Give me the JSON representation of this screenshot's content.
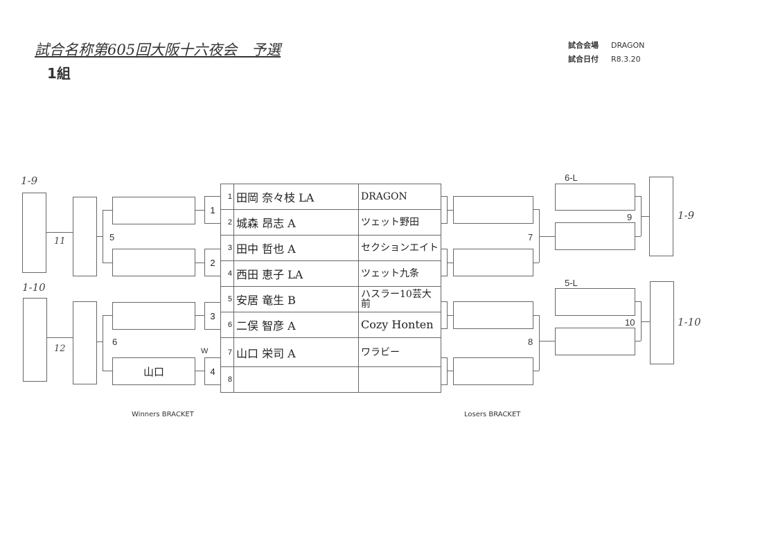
{
  "header": {
    "title": "試合名称第605回大阪十六夜会　予選",
    "group": "1組",
    "venue_label": "試合会場",
    "venue_value": "DRAGON",
    "date_label": "試合日付",
    "date_value": "R8.3.20"
  },
  "seeds": [
    {
      "no": "1",
      "player": "田岡 奈々枝 LA",
      "team": "DRAGON"
    },
    {
      "no": "2",
      "player": "城森 昂志 A",
      "team": "ツェット野田"
    },
    {
      "no": "3",
      "player": "田中 哲也 A",
      "team": "セクションエイト"
    },
    {
      "no": "4",
      "player": "西田 恵子 LA",
      "team": "ツェット九条"
    },
    {
      "no": "5",
      "player": "安居 竜生 B",
      "team": "ハスラー10芸大前"
    },
    {
      "no": "6",
      "player": "二俣 智彦 A",
      "team": "Cozy Honten"
    },
    {
      "no": "7",
      "player": "山口 栄司 A",
      "team": "ワラビー"
    },
    {
      "no": "8",
      "player": "",
      "team": ""
    }
  ],
  "winners": {
    "matches": [
      "1",
      "2",
      "3",
      "4",
      "5",
      "6"
    ],
    "match4_note": "W",
    "round2_box4": "山口",
    "semi_labels": [
      "11",
      "12"
    ],
    "final_labels": [
      "1-9",
      "1-10"
    ],
    "caption": "Winners BRACKET"
  },
  "losers": {
    "matches": [
      "7",
      "8",
      "9",
      "10"
    ],
    "entry_labels": [
      "6-L",
      "5-L"
    ],
    "final_labels": [
      "1-9",
      "1-10"
    ],
    "caption": "Losers BRACKET"
  }
}
